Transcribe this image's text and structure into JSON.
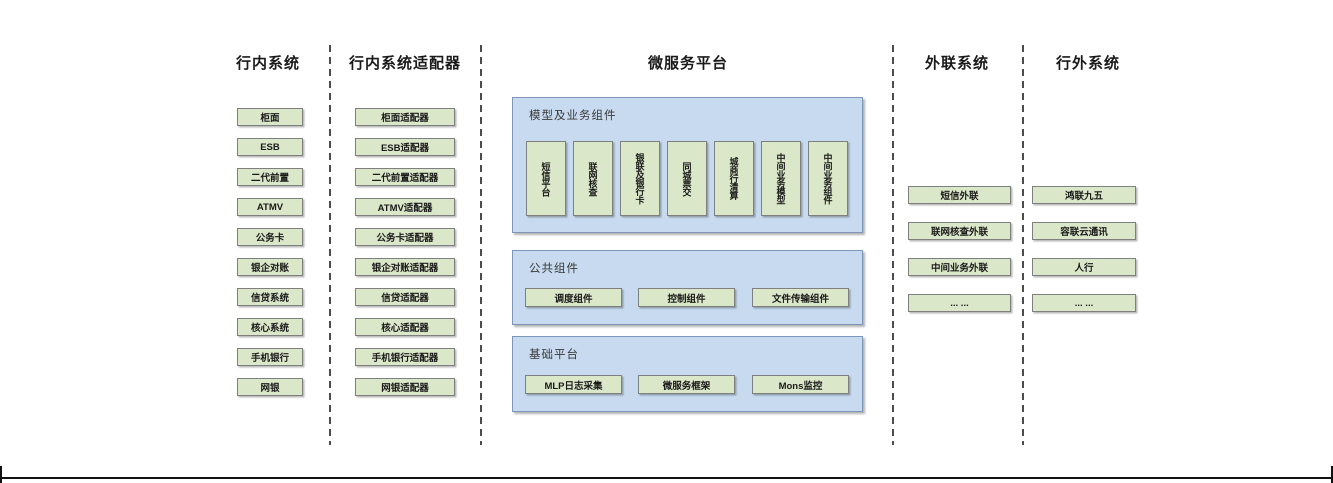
{
  "columns": [
    {
      "title": "行内系统",
      "boxes": [
        "柜面",
        "ESB",
        "二代前置",
        "ATMV",
        "公务卡",
        "银企对账",
        "信贷系统",
        "核心系统",
        "手机银行",
        "网银"
      ]
    },
    {
      "title": "行内系统适配器",
      "boxes": [
        "柜面适配器",
        "ESB适配器",
        "二代前置适配器",
        "ATMV适配器",
        "公务卡适配器",
        "银企对账适配器",
        "信贷适配器",
        "核心适配器",
        "手机银行适配器",
        "网银适配器"
      ]
    },
    {
      "title": "微服务平台",
      "sections": [
        {
          "label": "模型及业务组件",
          "boxes": [
            "短信平台",
            "联网核查",
            "银联及银行卡",
            "同城票交",
            "城商行清算",
            "中间业务模型",
            "中间业务组件"
          ]
        },
        {
          "label": "公共组件",
          "boxes": [
            "调度组件",
            "控制组件",
            "文件传输组件"
          ]
        },
        {
          "label": "基础平台",
          "boxes": [
            "MLP日志采集",
            "微服务框架",
            "Mons监控"
          ]
        }
      ]
    },
    {
      "title": "外联系统",
      "boxes": [
        "短信外联",
        "联网核查外联",
        "中间业务外联",
        "... ..."
      ]
    },
    {
      "title": "行外系统",
      "boxes": [
        "鸿联九五",
        "容联云通讯",
        "人行",
        "... ..."
      ]
    }
  ],
  "colors": {
    "node_fill": "#dbe7c9",
    "node_border": "#7f7f7f",
    "container_fill": "#c7daef",
    "container_border": "#7e97b8",
    "separator": "#4c4c4c",
    "text": "#1a1a1a"
  }
}
